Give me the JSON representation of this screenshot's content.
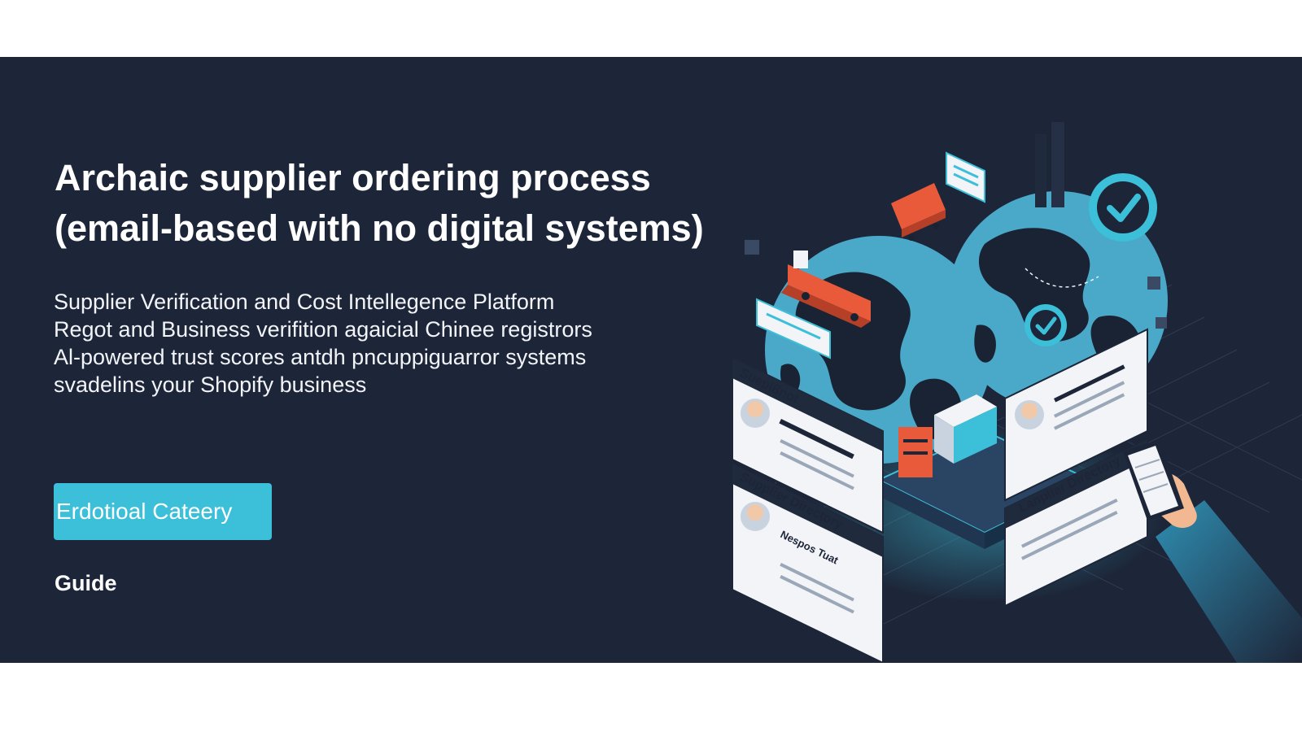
{
  "hero": {
    "headline_line1": "Archaic supplier ordering process",
    "headline_line2": "(email-based with no digital systems)",
    "subtitle_lines": [
      "Supplier Verification and Cost Intellegence Platform",
      "Regot and Business verifition agaicial Chinee registrors",
      "Al-powered trust scores antdh  pncuppiguarror systems",
      "svadelins your Shopify business"
    ],
    "cta_label": "Erdotioal Cateery",
    "guide_label": "Guide"
  },
  "illustration": {
    "card_labels": {
      "top_left": "Suepißnot",
      "bottom_left": "Supplier Directory",
      "bottom_left_sub": "Nespos Tuat",
      "right": "Lanplier Directory"
    },
    "icons": [
      "globe-icon",
      "checkmark-badge-icon",
      "chat-bubble-icon",
      "factory-icon",
      "truck-icon",
      "warehouse-icon",
      "phone-icon",
      "hand-icon"
    ]
  },
  "colors": {
    "banner_bg": "#1d2639",
    "accent": "#3cbfd8",
    "globe": "#4aa9c9",
    "land": "#1a2333",
    "orange": "#e85a3a",
    "card": "#f2f4f7"
  }
}
